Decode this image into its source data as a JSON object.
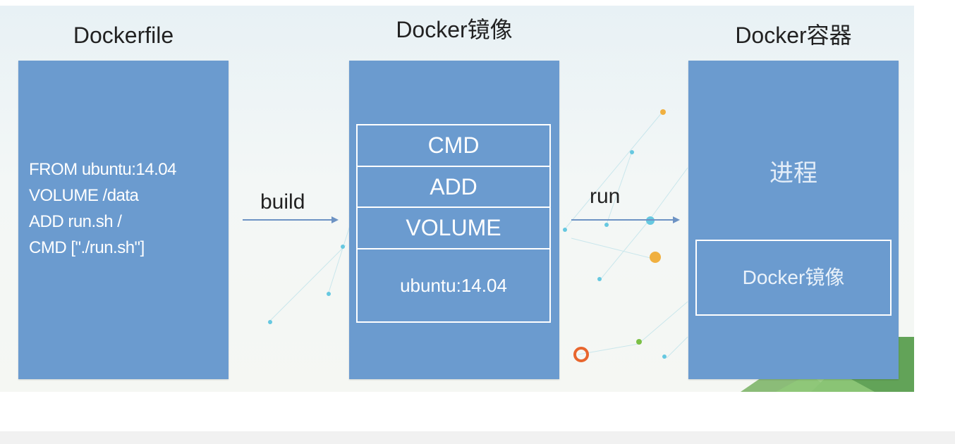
{
  "diagram": {
    "dockerfile": {
      "title": "Dockerfile",
      "lines": [
        "FROM ubuntu:14.04",
        "VOLUME /data",
        "ADD run.sh /",
        "CMD [\"./run.sh\"]"
      ]
    },
    "image": {
      "title": "Docker镜像",
      "layers": [
        "CMD",
        "ADD",
        "VOLUME",
        "ubuntu:14.04"
      ]
    },
    "container": {
      "title": "Docker容器",
      "process_label": "进程",
      "inner_label": "Docker镜像"
    },
    "arrows": {
      "build_label": "build",
      "run_label": "run"
    }
  },
  "colors": {
    "box_fill": "#6b9bcf",
    "box_text": "#ffffff",
    "title_text": "#222222",
    "arrow": "#6d93c4"
  }
}
